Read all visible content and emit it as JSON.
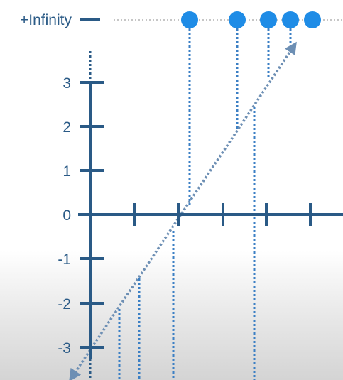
{
  "labels": {
    "infinity": "+Infinity",
    "tick_3": "3",
    "tick_2": "2",
    "tick_1": "1",
    "tick_0": "0",
    "tick_m1": "-1",
    "tick_m2": "-2",
    "tick_m3": "-3"
  },
  "colors": {
    "axis": "#2a5a86",
    "dots": "#1f8ce6",
    "dotted_line": "#3b7fc4",
    "diagonal": "#6d8fb4",
    "ceiling_line": "#b3b3b3"
  }
}
